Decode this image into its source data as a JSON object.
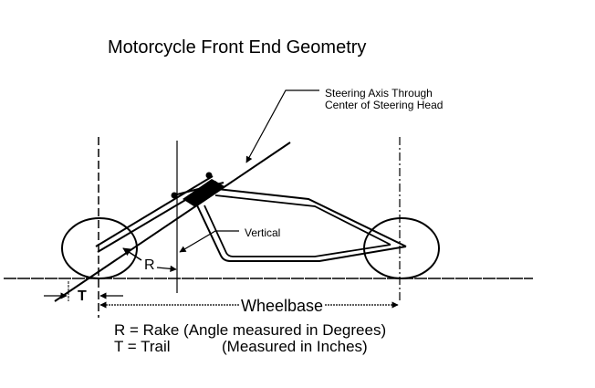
{
  "diagram": {
    "title": "Motorcycle Front End Geometry",
    "callout": {
      "line1": "Steering Axis Through",
      "line2": "Center of Steering Head"
    },
    "labels": {
      "vertical": "Vertical",
      "rake": "R",
      "trail": "T",
      "wheelbase": "Wheelbase"
    },
    "legend": {
      "rake": "R = Rake (Angle measured in Degrees)",
      "trail_key": "T = Trail",
      "trail_value": "(Measured in Inches)"
    },
    "colors": {
      "ink": "#000000",
      "background": "#ffffff"
    }
  }
}
